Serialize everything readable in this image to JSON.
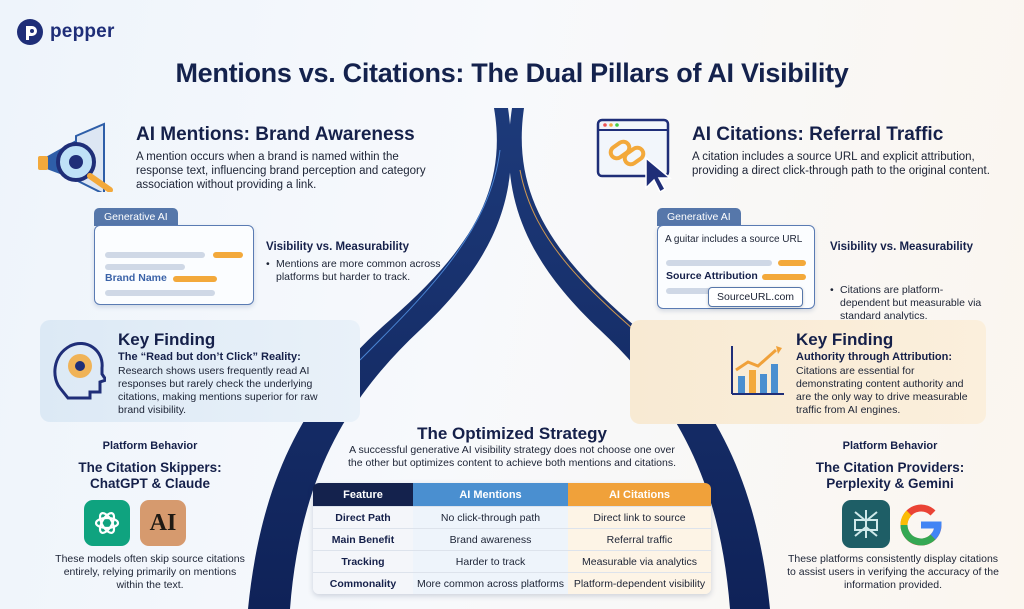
{
  "brand": {
    "name": "pepper"
  },
  "title": "Mentions vs. Citations: The Dual Pillars of AI Visibility",
  "colors": {
    "navy": "#14224d",
    "accent_orange": "#f3a93b",
    "card_blue": "#5677aa",
    "mentions_blue": "#4a8fd0",
    "citations_orange": "#f0a13a"
  },
  "mentions": {
    "title": "AI Mentions: Brand Awareness",
    "description": "A mention occurs when a brand is named within the response text, influencing brand perception and category association without providing a link.",
    "card": {
      "tab": "Generative AI",
      "label": "Brand Name"
    },
    "measure": {
      "title": "Visibility vs. Measurability",
      "bullet": "Mentions are more common across platforms but harder to track."
    },
    "key_finding": {
      "title": "Key Finding",
      "subtitle": "The “Read but don’t Click” Reality:",
      "text": "Research shows users frequently read AI responses but rarely check the underlying citations, making mentions superior for raw brand visibility."
    },
    "platform": {
      "heading": "Platform Behavior",
      "title_line1": "The Citation Skippers:",
      "title_line2": "ChatGPT & Claude",
      "logo_text": "AI",
      "description": "These models often skip source citations entirely, relying primarily on mentions within the text."
    }
  },
  "citations": {
    "title": "AI Citations: Referral Traffic",
    "description": "A citation includes a source URL and explicit attribution, providing a direct click-through path to the original content.",
    "card": {
      "tab": "Generative AI",
      "line1": "A guitar includes a source URL",
      "label": "Source Attribution",
      "url": "SourceURL.com"
    },
    "measure": {
      "title": "Visibility vs. Measurability",
      "bullet": "Citations are platform-dependent but measurable via standard analytics."
    },
    "key_finding": {
      "title": "Key Finding",
      "subtitle": "Authority through Attribution:",
      "text": "Citations are essential for demonstrating content authority and are the only way to drive measurable traffic from AI engines."
    },
    "platform": {
      "heading": "Platform Behavior",
      "title_line1": "The Citation Providers:",
      "title_line2": "Perplexity & Gemini",
      "description": "These platforms consistently display citations to assist users in verifying the accuracy of the information provided."
    }
  },
  "strategy": {
    "title": "The Optimized Strategy",
    "description": "A successful generative AI visibility strategy does not choose one over the other but optimizes content to achieve both mentions and citations.",
    "headers": [
      "Feature",
      "AI Mentions",
      "AI Citations"
    ],
    "rows": [
      [
        "Direct Path",
        "No click-through path",
        "Direct link to source"
      ],
      [
        "Main Benefit",
        "Brand awareness",
        "Referral traffic"
      ],
      [
        "Tracking",
        "Harder to track",
        "Measurable via analytics"
      ],
      [
        "Commonality",
        "More common across platforms",
        "Platform-dependent visibility"
      ]
    ]
  }
}
